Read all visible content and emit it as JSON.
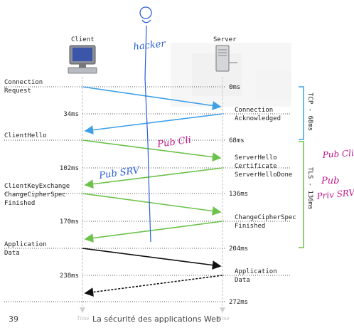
{
  "header": {
    "client_label": "Client",
    "server_label": "Server"
  },
  "timings": {
    "t0": "0ms",
    "t34": "34ms",
    "t68": "68ms",
    "t102": "102ms",
    "t136": "136ms",
    "t170": "170ms",
    "t204": "204ms",
    "t238": "238ms",
    "t272": "272ms"
  },
  "client_messages": {
    "connection_l1": "Connection",
    "connection_l2": "Request",
    "client_hello": "ClientHello",
    "cke_l1": "ClientKeyExchange",
    "cke_l2": "ChangeCipherSpec",
    "cke_l3": "Finished",
    "app_l1": "Application",
    "app_l2": "Data"
  },
  "server_messages": {
    "ack_l1": "Connection",
    "ack_l2": "Acknowledged",
    "sh_l1": "ServerHello",
    "sh_l2": "Certificate",
    "sh_l3": "ServerHelloDone",
    "ccs_l1": "ChangeCipherSpec",
    "ccs_l2": "Finished",
    "app_l1": "Application",
    "app_l2": "Data"
  },
  "brackets": {
    "tcp": "TCP - 68ms",
    "tls": "TLS - 136ms"
  },
  "handwriting": {
    "hacker": "hacker",
    "pub_cli": "Pub Cli",
    "pub_srv": "Pub SRV",
    "right_pub_cli": "Pub Cli",
    "right_pub": "Pub",
    "right_priv_srv": "Priv SRV"
  },
  "time_axis_label": "Time",
  "footer": {
    "page_number": "39",
    "title": "La sécurité des applications Web"
  },
  "colors": {
    "tcp": "#3fa0e6",
    "tls": "#6cc24a",
    "app": "#111111",
    "ink_blue": "#2a5fd6",
    "ink_magenta": "#c2188a"
  }
}
